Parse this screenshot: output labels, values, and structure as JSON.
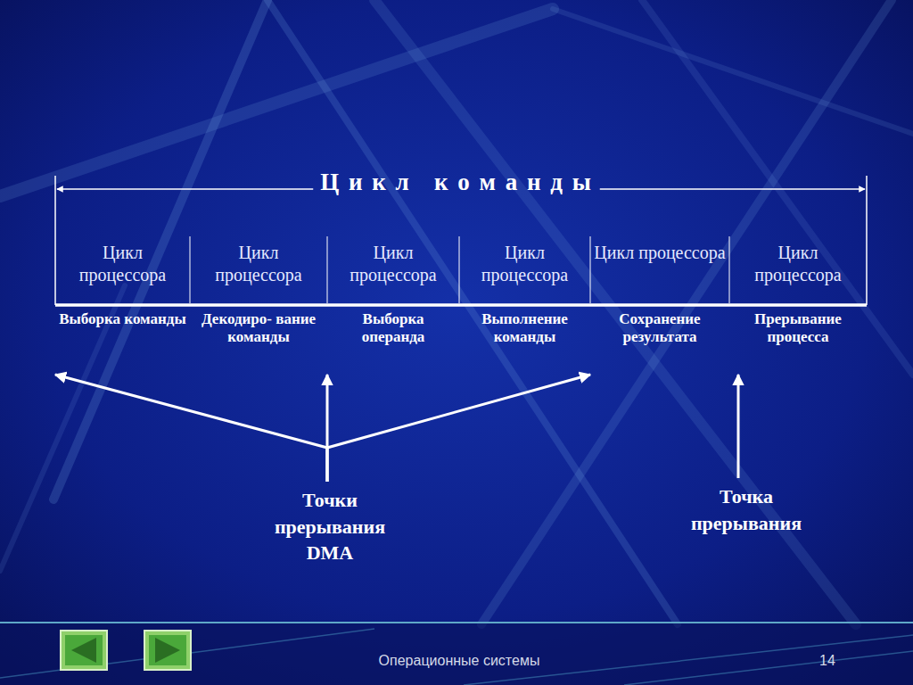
{
  "diagram": {
    "title": "Ц и к л   к о м а н д ы",
    "nodes": [
      {
        "text": [
          "Цикл процессора",
          "Выборка команды"
        ]
      },
      {
        "text": [
          "Цикл процессора",
          "Декодиро- вание команды"
        ]
      },
      {
        "text": [
          "Цикл процессора",
          "Выборка операнда"
        ]
      },
      {
        "text": [
          "Цикл процессора",
          "Выполнение команды"
        ]
      },
      {
        "text": [
          "Цикл процессора",
          "Сохранение результата"
        ]
      },
      {
        "text": [
          "Цикл процессора",
          "Прерывание процесса"
        ]
      },
      {
        "text": [
          "Точки прерывания DMA"
        ]
      },
      {
        "text": [
          "Точка прерывания"
        ]
      }
    ],
    "edges": [
      {
        "from": 6,
        "to": 0,
        "arrow": "to"
      },
      {
        "from": 6,
        "to": 1,
        "arrow": "to"
      },
      {
        "from": 6,
        "to": 3,
        "arrow": "to"
      },
      {
        "from": 7,
        "to": 5,
        "arrow": "to"
      }
    ],
    "labels": [
      "Операционные системы",
      "14"
    ]
  }
}
